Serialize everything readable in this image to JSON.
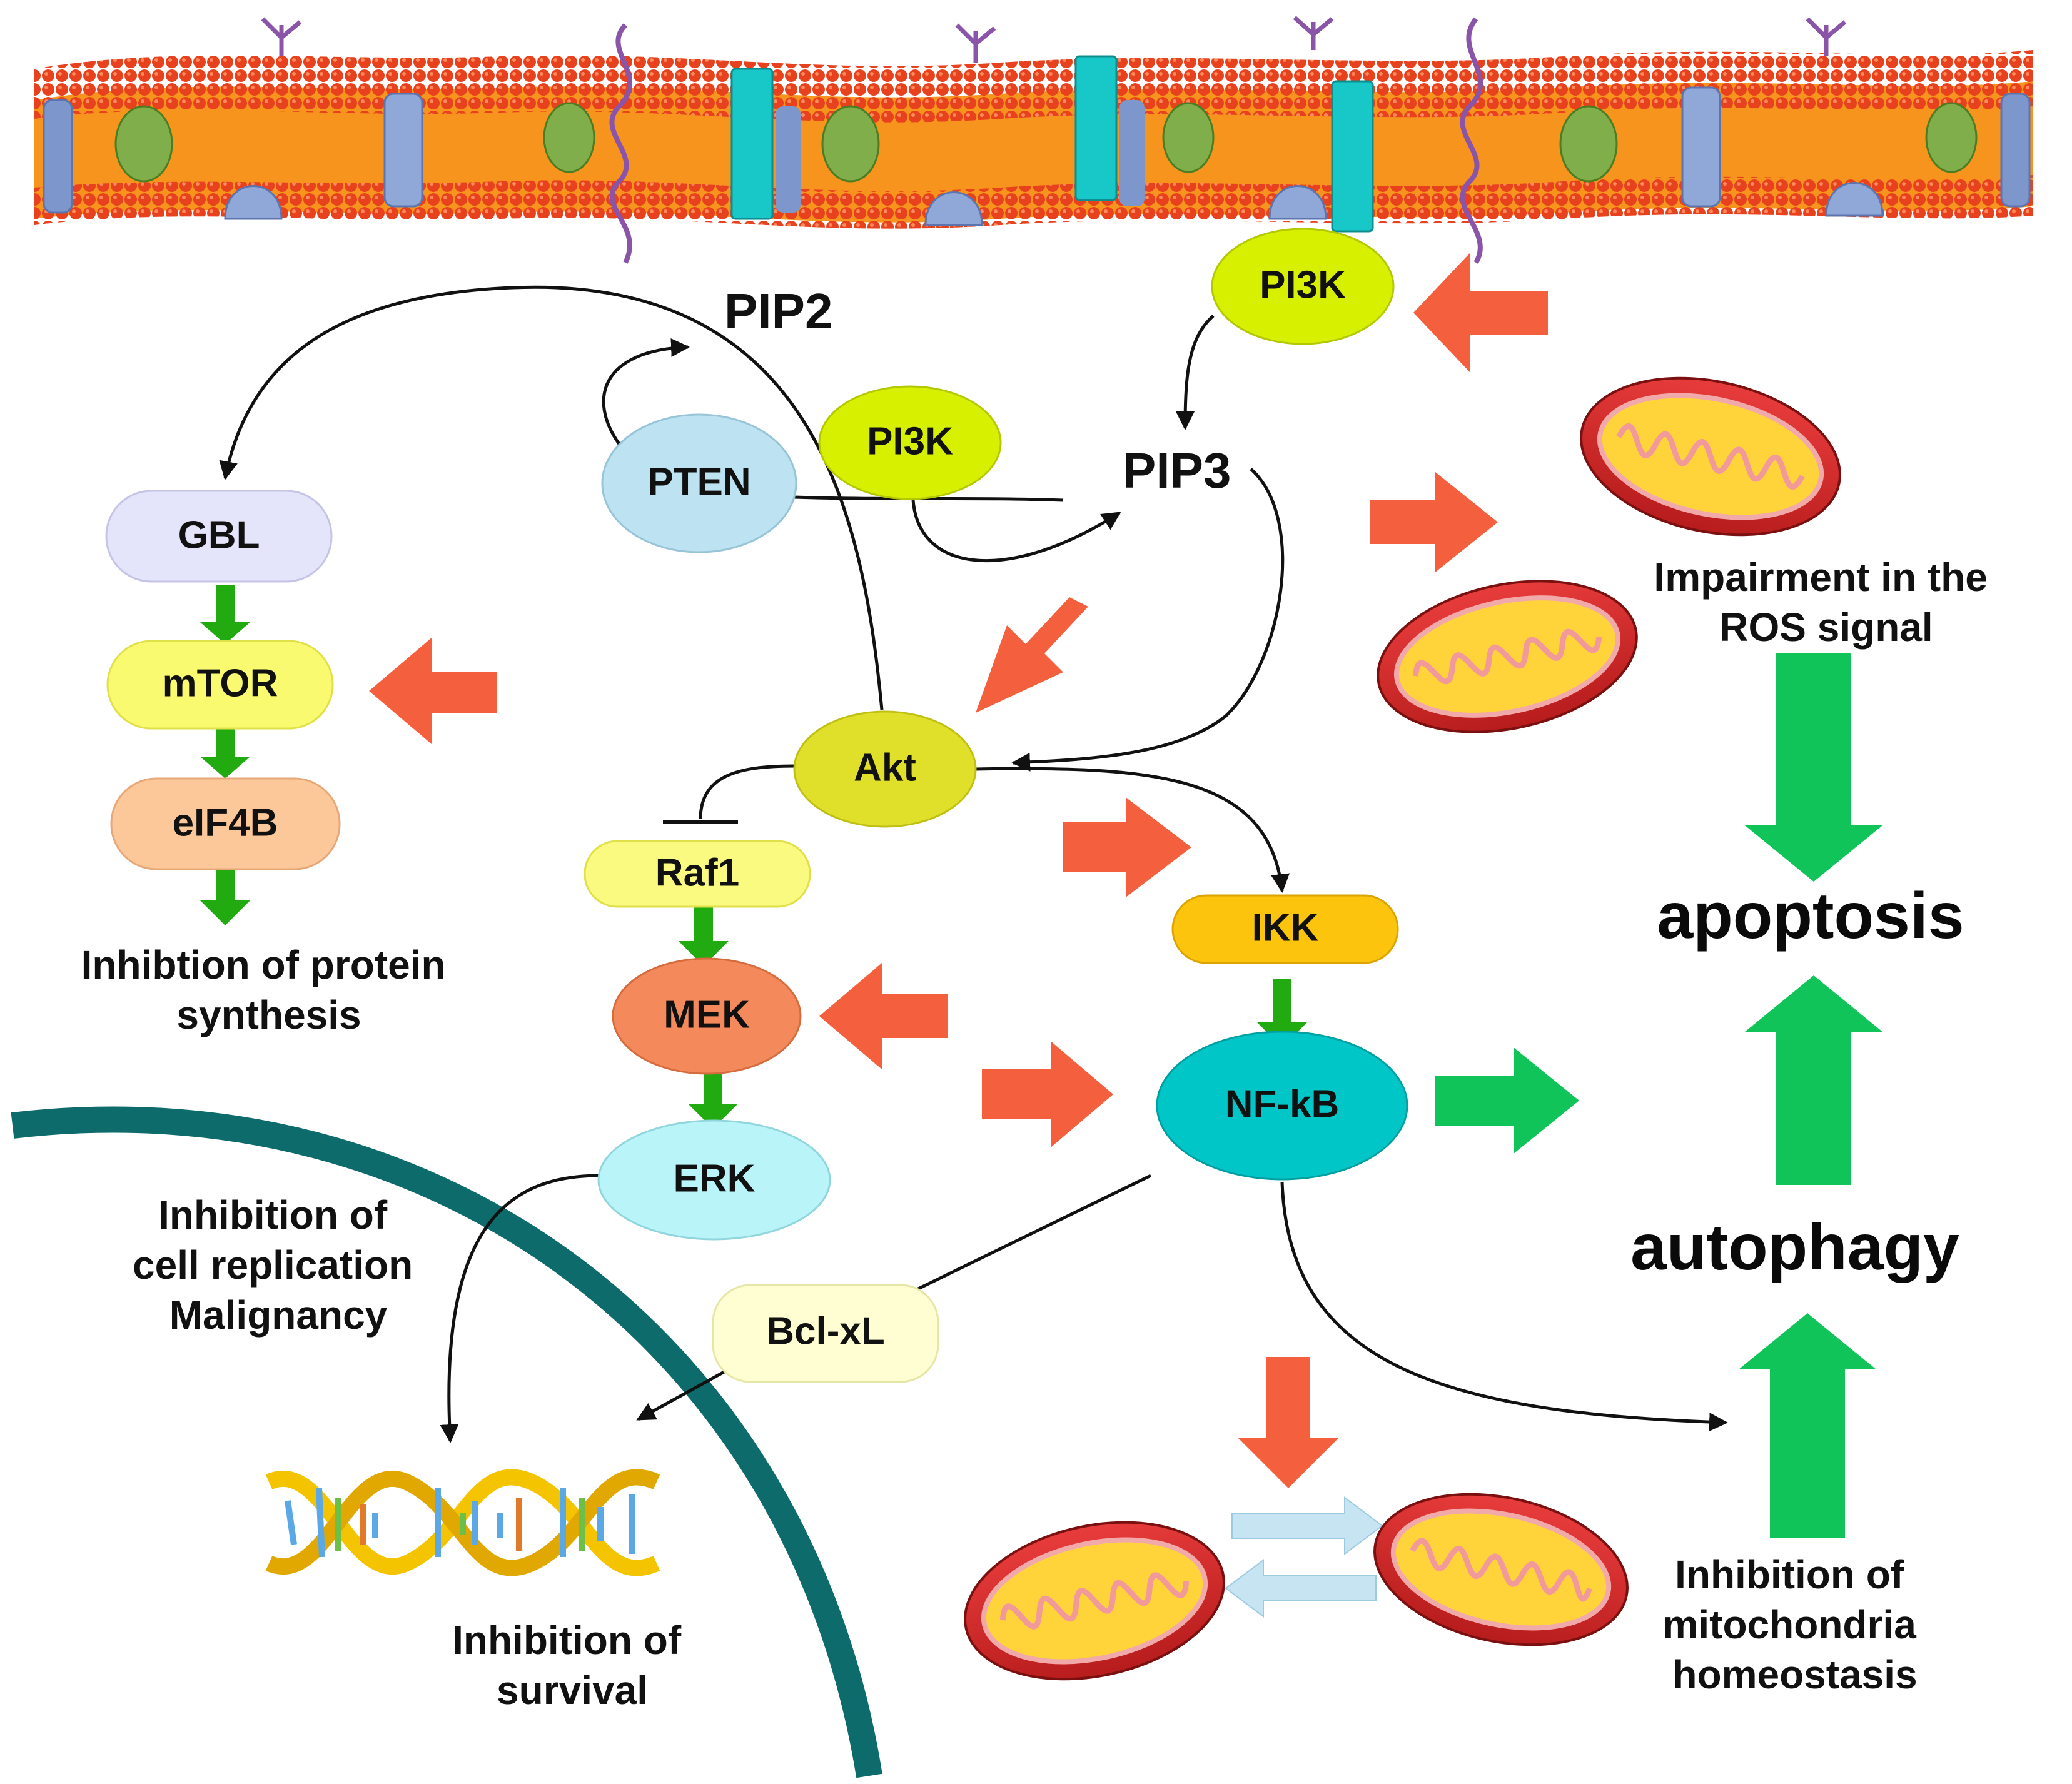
{
  "nodes": {
    "pi3k_membrane": "PI3K",
    "pip2": "PIP2",
    "pip3": "PIP3",
    "pten": "PTEN",
    "pi3k_mid": "PI3K",
    "gbl": "GBL",
    "mtor": "mTOR",
    "eif4b": "eIF4B",
    "akt": "Akt",
    "raf1": "Raf1",
    "mek": "MEK",
    "erk": "ERK",
    "ikk": "IKK",
    "nfkb": "NF-kB",
    "bclxl": "Bcl-xL"
  },
  "captions": {
    "protein_synthesis": [
      "Inhibtion of protein",
      "synthesis"
    ],
    "ros": [
      "Impairment in the",
      "ROS signal"
    ],
    "apoptosis": "apoptosis",
    "autophagy": "autophagy",
    "cell_replication": [
      "Inhibition of",
      "cell replication",
      "Malignancy"
    ],
    "survival": [
      "Inhibition of",
      "survival"
    ],
    "mito_homeostasis": [
      "Inhibition of",
      "mitochondria",
      "homeostasis"
    ]
  },
  "colors": {
    "red_arrow": "#f4603e",
    "green_arrow": "#22aa11",
    "big_green": "#11c45a",
    "membrane_orange": "#f7941d",
    "lipid_head": "#e8411e",
    "nucleus_ring": "#0e6b6b"
  }
}
